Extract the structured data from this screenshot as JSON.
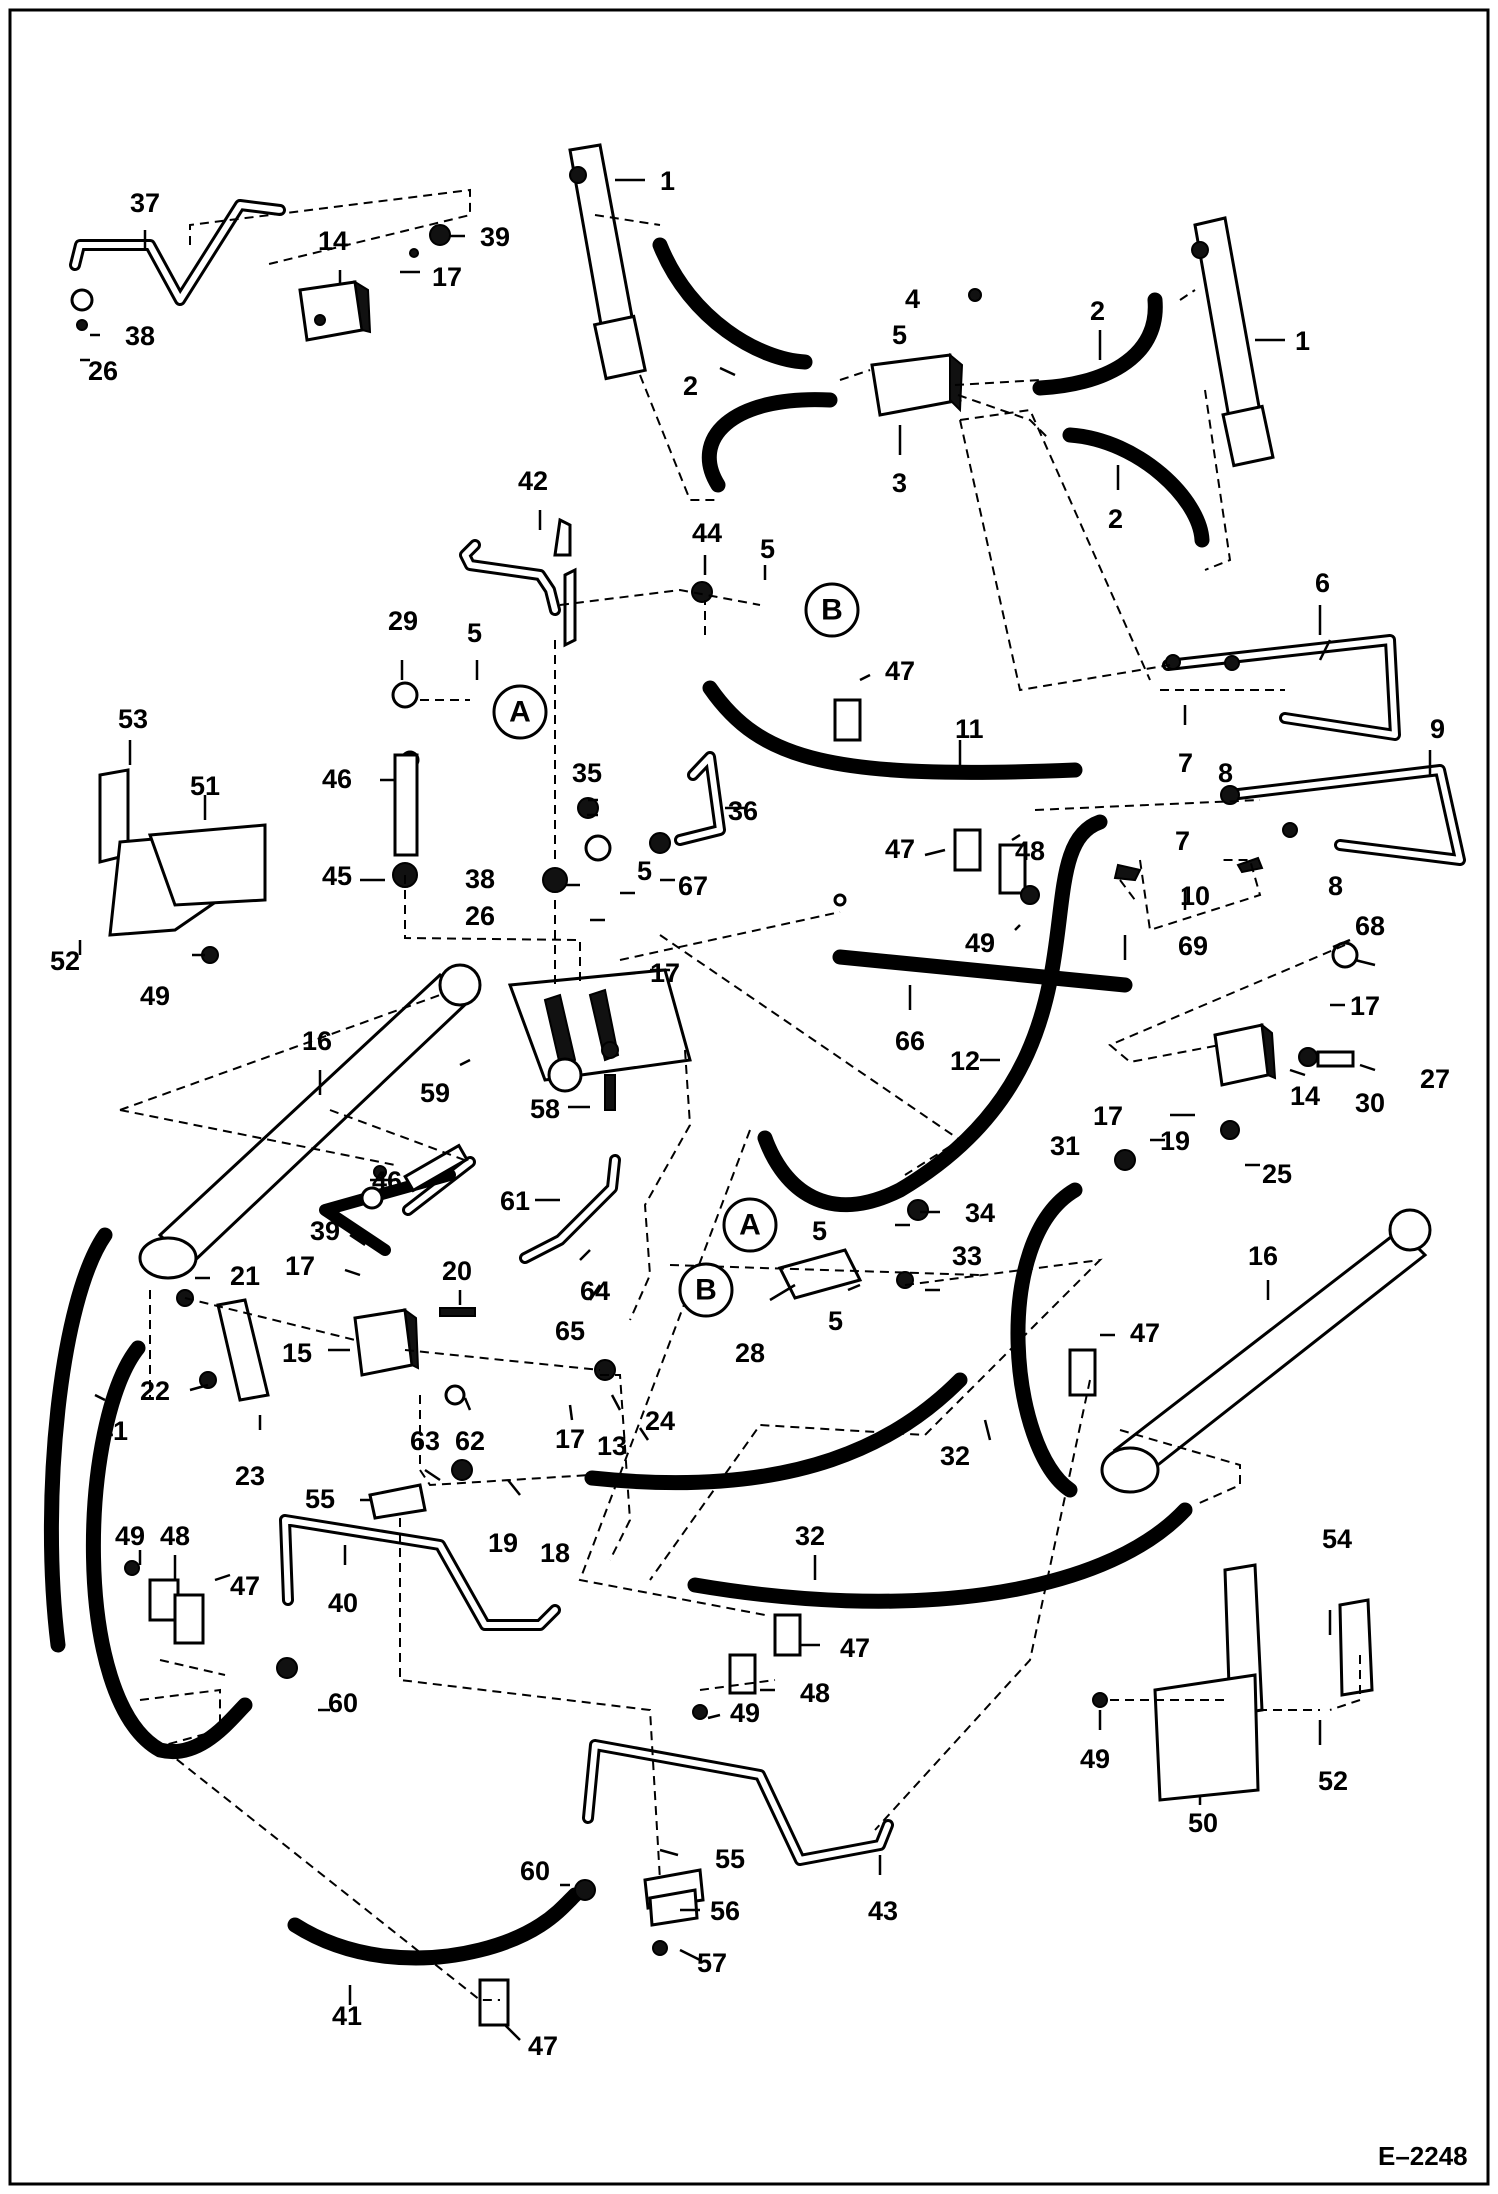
{
  "figure_id": "E–2248",
  "ref_markers": [
    "A",
    "B"
  ],
  "callouts": [
    {
      "id": "c1a",
      "text": "1"
    },
    {
      "id": "c1b",
      "text": "1"
    },
    {
      "id": "c2a",
      "text": "2"
    },
    {
      "id": "c2b",
      "text": "2"
    },
    {
      "id": "c2c",
      "text": "2"
    },
    {
      "id": "c3",
      "text": "3"
    },
    {
      "id": "c4",
      "text": "4"
    },
    {
      "id": "c5a",
      "text": "5"
    },
    {
      "id": "c5b",
      "text": "5"
    },
    {
      "id": "c5c",
      "text": "5"
    },
    {
      "id": "c5d",
      "text": "5"
    },
    {
      "id": "c5e",
      "text": "5"
    },
    {
      "id": "c5f",
      "text": "5"
    },
    {
      "id": "c6",
      "text": "6"
    },
    {
      "id": "c7a",
      "text": "7"
    },
    {
      "id": "c7b",
      "text": "7"
    },
    {
      "id": "c8a",
      "text": "8"
    },
    {
      "id": "c8b",
      "text": "8"
    },
    {
      "id": "c9",
      "text": "9"
    },
    {
      "id": "c10",
      "text": "10"
    },
    {
      "id": "c11",
      "text": "11"
    },
    {
      "id": "c12",
      "text": "12"
    },
    {
      "id": "c13",
      "text": "13"
    },
    {
      "id": "c14a",
      "text": "14"
    },
    {
      "id": "c14b",
      "text": "14"
    },
    {
      "id": "c15",
      "text": "15"
    },
    {
      "id": "c16a",
      "text": "16"
    },
    {
      "id": "c16b",
      "text": "16"
    },
    {
      "id": "c17a",
      "text": "17"
    },
    {
      "id": "c17b",
      "text": "17"
    },
    {
      "id": "c17c",
      "text": "17"
    },
    {
      "id": "c17d",
      "text": "17"
    },
    {
      "id": "c17e",
      "text": "17"
    },
    {
      "id": "c17f",
      "text": "17"
    },
    {
      "id": "c18",
      "text": "18"
    },
    {
      "id": "c19a",
      "text": "19"
    },
    {
      "id": "c19b",
      "text": "19"
    },
    {
      "id": "c20",
      "text": "20"
    },
    {
      "id": "c21",
      "text": "21"
    },
    {
      "id": "c22",
      "text": "22"
    },
    {
      "id": "c23",
      "text": "23"
    },
    {
      "id": "c24",
      "text": "24"
    },
    {
      "id": "c25",
      "text": "25"
    },
    {
      "id": "c26a",
      "text": "26"
    },
    {
      "id": "c26b",
      "text": "26"
    },
    {
      "id": "c27",
      "text": "27"
    },
    {
      "id": "c28",
      "text": "28"
    },
    {
      "id": "c29",
      "text": "29"
    },
    {
      "id": "c30",
      "text": "30"
    },
    {
      "id": "c31",
      "text": "31"
    },
    {
      "id": "c32a",
      "text": "32"
    },
    {
      "id": "c32b",
      "text": "32"
    },
    {
      "id": "c33",
      "text": "33"
    },
    {
      "id": "c34",
      "text": "34"
    },
    {
      "id": "c35",
      "text": "35"
    },
    {
      "id": "c36",
      "text": "36"
    },
    {
      "id": "c37",
      "text": "37"
    },
    {
      "id": "c38a",
      "text": "38"
    },
    {
      "id": "c38b",
      "text": "38"
    },
    {
      "id": "c39a",
      "text": "39"
    },
    {
      "id": "c39b",
      "text": "39"
    },
    {
      "id": "c40",
      "text": "40"
    },
    {
      "id": "c41a",
      "text": "41"
    },
    {
      "id": "c41b",
      "text": "41"
    },
    {
      "id": "c42",
      "text": "42"
    },
    {
      "id": "c43",
      "text": "43"
    },
    {
      "id": "c44",
      "text": "44"
    },
    {
      "id": "c45",
      "text": "45"
    },
    {
      "id": "c46a",
      "text": "46"
    },
    {
      "id": "c46b",
      "text": "46"
    },
    {
      "id": "c47a",
      "text": "47"
    },
    {
      "id": "c47b",
      "text": "47"
    },
    {
      "id": "c47c",
      "text": "47"
    },
    {
      "id": "c47d",
      "text": "47"
    },
    {
      "id": "c47e",
      "text": "47"
    },
    {
      "id": "c47f",
      "text": "47"
    },
    {
      "id": "c48a",
      "text": "48"
    },
    {
      "id": "c48b",
      "text": "48"
    },
    {
      "id": "c48c",
      "text": "48"
    },
    {
      "id": "c49a",
      "text": "49"
    },
    {
      "id": "c49b",
      "text": "49"
    },
    {
      "id": "c49c",
      "text": "49"
    },
    {
      "id": "c49d",
      "text": "49"
    },
    {
      "id": "c49e",
      "text": "49"
    },
    {
      "id": "c50",
      "text": "50"
    },
    {
      "id": "c51",
      "text": "51"
    },
    {
      "id": "c52a",
      "text": "52"
    },
    {
      "id": "c52b",
      "text": "52"
    },
    {
      "id": "c53",
      "text": "53"
    },
    {
      "id": "c54",
      "text": "54"
    },
    {
      "id": "c55a",
      "text": "55"
    },
    {
      "id": "c55b",
      "text": "55"
    },
    {
      "id": "c56",
      "text": "56"
    },
    {
      "id": "c57",
      "text": "57"
    },
    {
      "id": "c58",
      "text": "58"
    },
    {
      "id": "c59",
      "text": "59"
    },
    {
      "id": "c60a",
      "text": "60"
    },
    {
      "id": "c60b",
      "text": "60"
    },
    {
      "id": "c61",
      "text": "61"
    },
    {
      "id": "c62",
      "text": "62"
    },
    {
      "id": "c63",
      "text": "63"
    },
    {
      "id": "c64",
      "text": "64"
    },
    {
      "id": "c65",
      "text": "65"
    },
    {
      "id": "c66",
      "text": "66"
    },
    {
      "id": "c67",
      "text": "67"
    },
    {
      "id": "c68",
      "text": "68"
    },
    {
      "id": "c69",
      "text": "69"
    }
  ]
}
